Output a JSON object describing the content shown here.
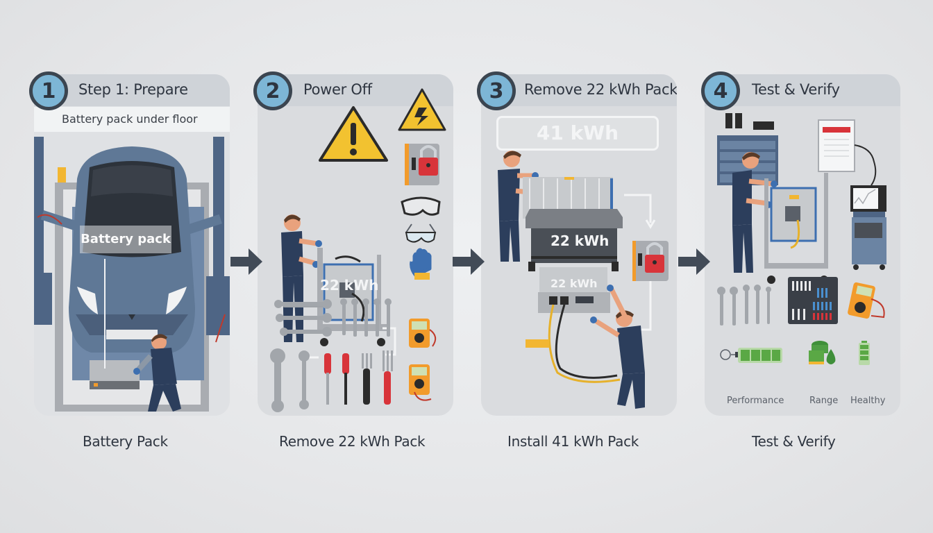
{
  "steps": [
    {
      "number": "1",
      "title": "Step 1: Prepare",
      "sublabel": "Battery pack under floor",
      "overlay_label": "Battery pack",
      "bottom_label": "Battery Pack"
    },
    {
      "number": "2",
      "title": "Power Off",
      "pack_label": "22 kWh",
      "bottom_label": "Remove 22 kWh Pack"
    },
    {
      "number": "3",
      "title": "Remove 22 kWh Pack",
      "new_pack_label": "41 kWh",
      "old_pack_label": "22 kWh",
      "old_pack_tray_label": "22 kWh",
      "bottom_label": "Install 41 kWh Pack"
    },
    {
      "number": "4",
      "title": "Test & Verify",
      "indicators": [
        {
          "label": "Performance",
          "icon": "battery-full-icon"
        },
        {
          "label": "Range",
          "icon": "range-icon"
        },
        {
          "label": "Healthy",
          "icon": "battery-healthy-icon"
        }
      ],
      "bottom_label": "Test & Verify"
    }
  ],
  "icons": {
    "step2": [
      "warning-icon",
      "high-voltage-icon",
      "lockout-icon",
      "goggles-icon",
      "safety-glasses-icon",
      "glove-icon",
      "wrench-set-icon",
      "screwdriver-icon",
      "multimeter-icon"
    ],
    "step3": [
      "lockout-icon"
    ],
    "step4": [
      "tool-cabinet-icon",
      "report-tablet-icon",
      "diagnostic-monitor-icon",
      "wrench-set-icon",
      "tool-tray-icon",
      "multimeter-icon"
    ]
  },
  "colors": {
    "badge_fill": "#7db6d6",
    "badge_ring": "#3b4550",
    "panel_bg": "#dadcdf",
    "header_bg": "#cfd3d8",
    "arrow": "#424b57",
    "warning_yellow": "#f2c230",
    "lock_red": "#d8343a",
    "battery_green": "#5aa845",
    "car_blue": "#5f7896"
  }
}
